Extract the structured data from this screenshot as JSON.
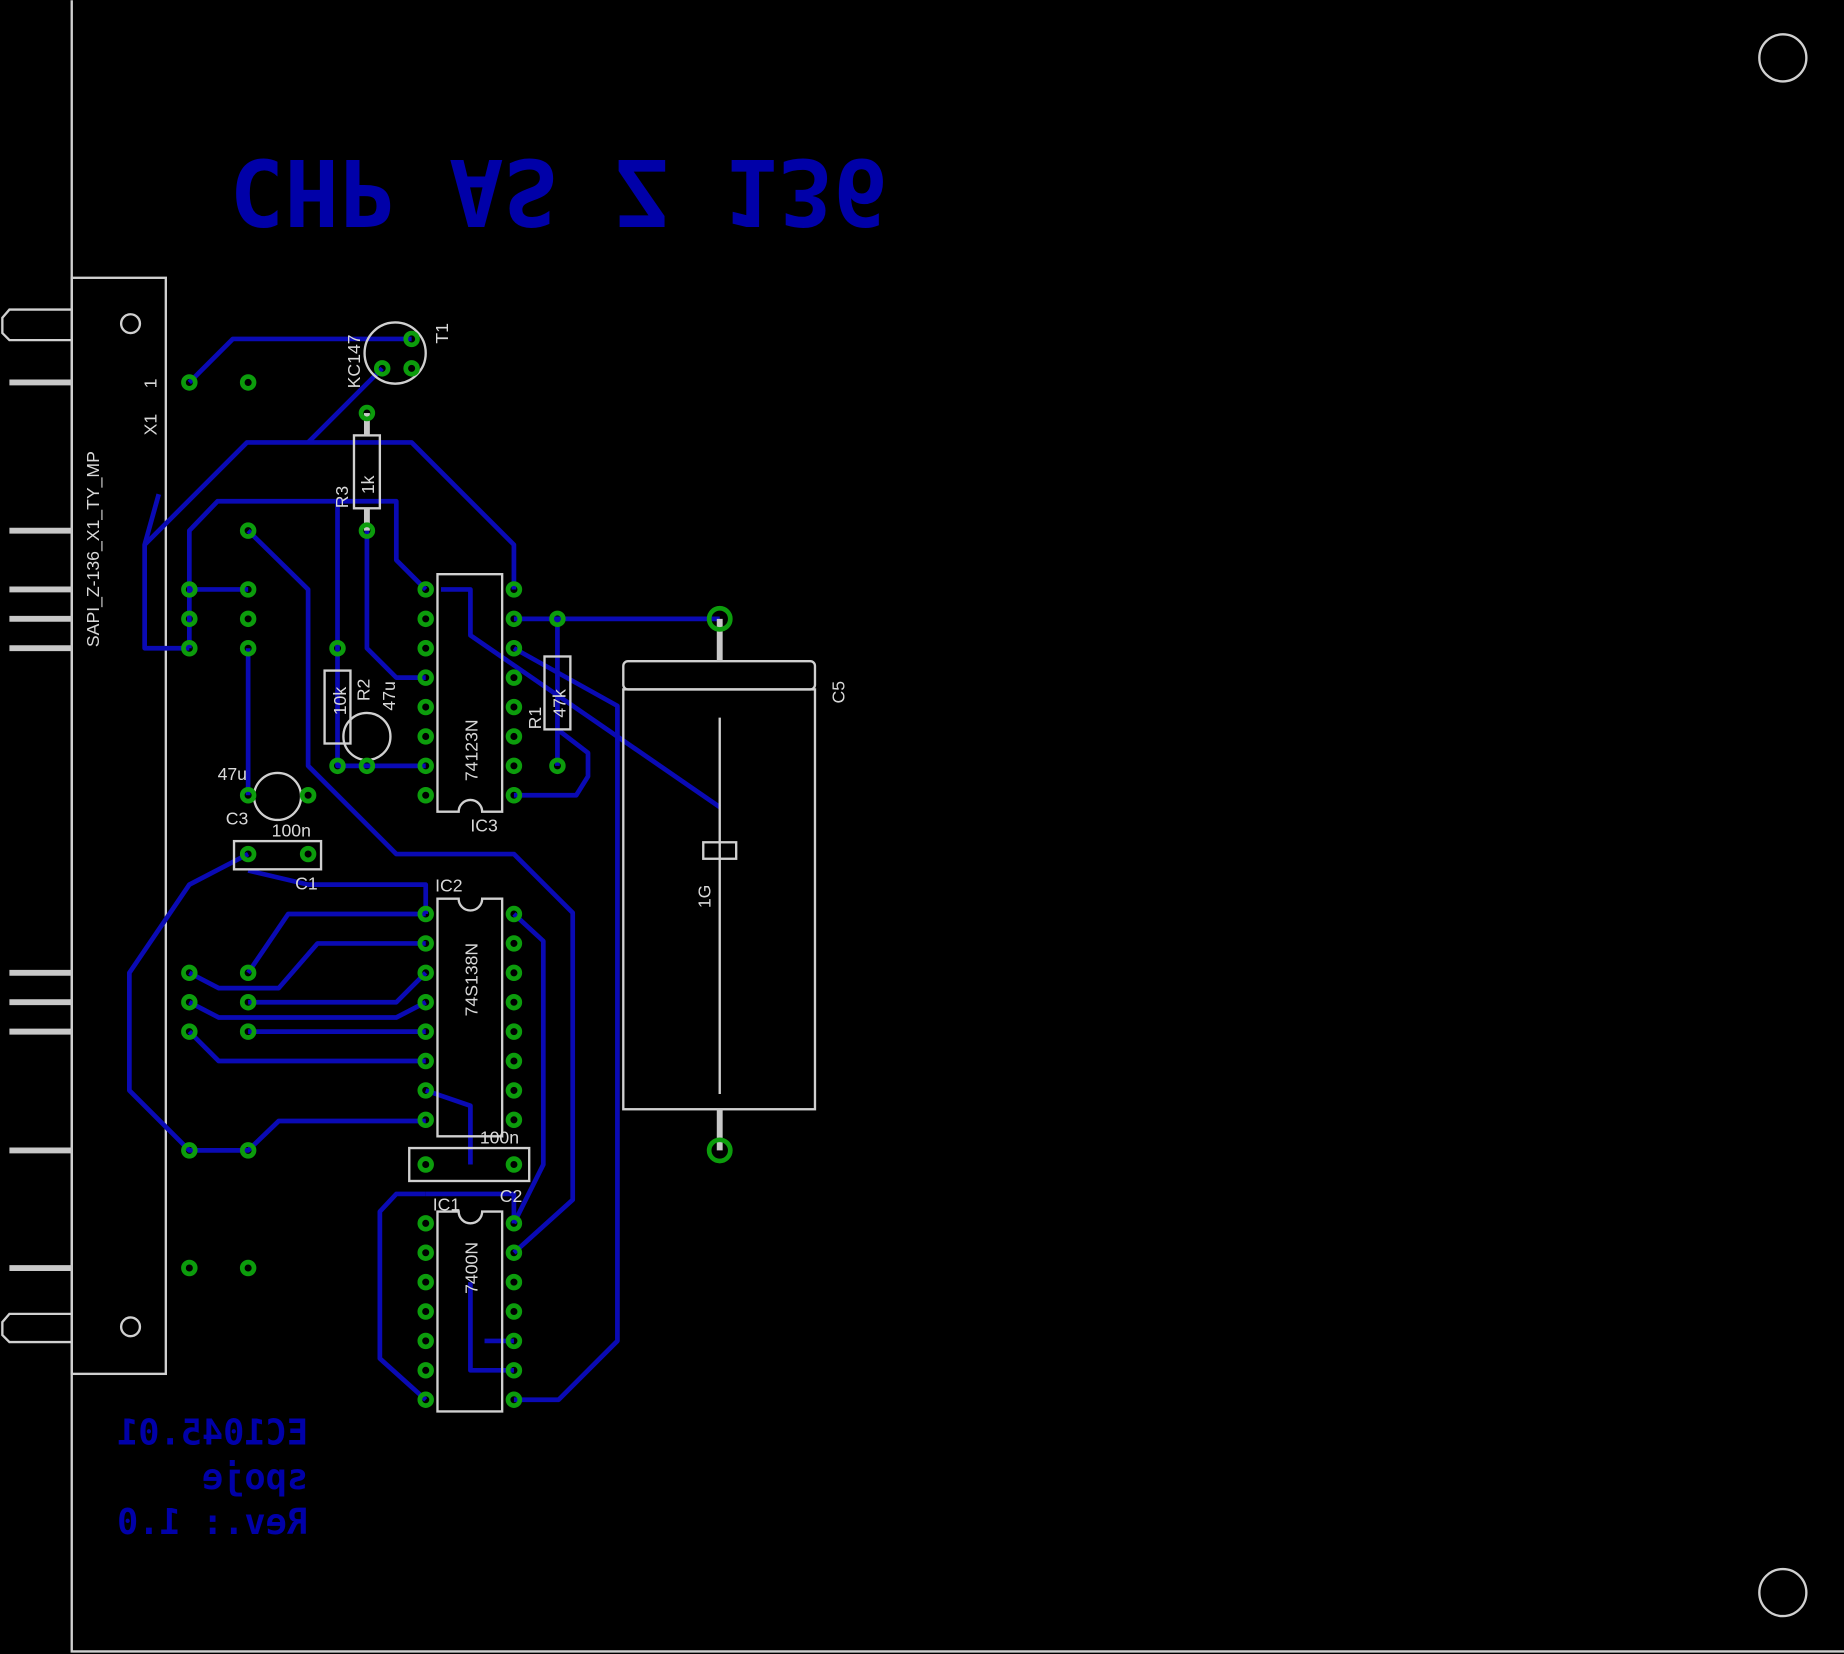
{
  "title_text": "CHP AS Z 136",
  "info_lines": [
    "EC1045.01",
    "spoje",
    "Rev.: 1.0"
  ],
  "connector": {
    "name": "X1",
    "pin1": "1",
    "value": "SAPI_Z-136_X1_TY_MP"
  },
  "components": {
    "t1": {
      "name": "T1",
      "value": "KC147"
    },
    "r3": {
      "name": "R3",
      "value": "1k"
    },
    "r2": {
      "name": "R2",
      "value": "10k"
    },
    "c_r2": {
      "value": "47u"
    },
    "r1": {
      "name": "R1",
      "value": "47k"
    },
    "ic3": {
      "name": "IC3",
      "value": "74123N"
    },
    "c5": {
      "name": "C5",
      "value": "1G"
    },
    "c3": {
      "name": "C3",
      "value": "47u"
    },
    "c1": {
      "name": "C1",
      "value": "100n"
    },
    "ic2": {
      "name": "IC2",
      "value": "74S138N"
    },
    "c2": {
      "name": "C2",
      "value": "100n"
    },
    "ic1": {
      "name": "IC1",
      "value": "7400N"
    }
  },
  "colors": {
    "background": "#000000",
    "trace": "#0a0ab4",
    "pad": "#0c9c0c",
    "silk": "#d0d0d0"
  }
}
